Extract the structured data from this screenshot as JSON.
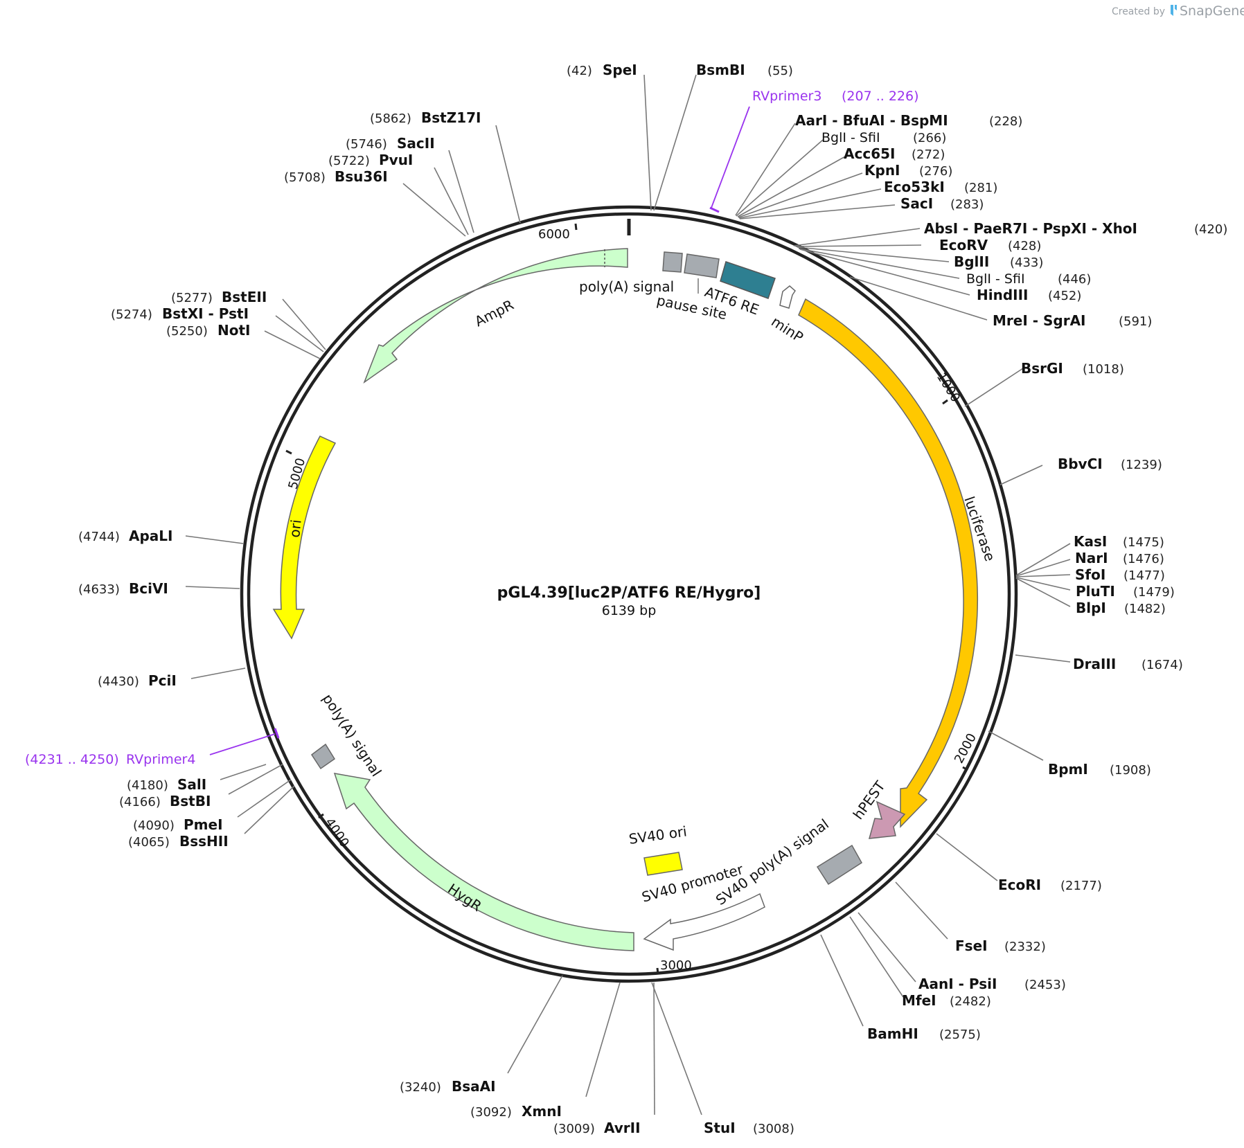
{
  "credit": {
    "created_by": "Created by",
    "brand": "SnapGene"
  },
  "plasmid": {
    "name": "pGL4.39[luc2P/ATF6 RE/Hygro]",
    "size_label": "6139 bp",
    "length": 6139
  },
  "colors": {
    "backbone": "#222222",
    "luciferase": "#ffc800",
    "ori": "#ffff00",
    "resistance": "#ccffcc",
    "atf6": "#2e7f91",
    "grey_feature": "#a6abb0",
    "hpest": "#cc99b2",
    "promoter": "#ffffff",
    "primer": "#9933ee"
  },
  "tick_marks": [
    "1000",
    "2000",
    "3000",
    "4000",
    "5000",
    "6000"
  ],
  "features": [
    {
      "name": "luciferase",
      "shape": "arrow"
    },
    {
      "name": "hPEST",
      "shape": "arrow"
    },
    {
      "name": "SV40 poly(A) signal",
      "shape": "box"
    },
    {
      "name": "SV40 promoter",
      "shape": "arrow"
    },
    {
      "name": "SV40 ori",
      "shape": "box"
    },
    {
      "name": "HygR",
      "shape": "arrow"
    },
    {
      "name": "poly(A) signal",
      "shape": "box"
    },
    {
      "name": "ori",
      "shape": "arrow"
    },
    {
      "name": "AmpR",
      "shape": "arrow"
    },
    {
      "name": "poly(A) signal",
      "shape": "box"
    },
    {
      "name": "pause site",
      "shape": "box"
    },
    {
      "name": "ATF6 RE",
      "shape": "box"
    },
    {
      "name": "minP",
      "shape": "arrow"
    }
  ],
  "primers": [
    {
      "name": "RVprimer3",
      "range": "(207 .. 226)"
    },
    {
      "name": "RVprimer4",
      "range": "(4231 .. 4250)"
    }
  ],
  "sites_right": [
    {
      "name": "SpeI",
      "pos": "(42)"
    },
    {
      "name": "BsmBI",
      "pos": "(55)"
    },
    {
      "name": "AarI - BfuAI - BspMI",
      "pos": "(228)"
    },
    {
      "name": "BglI - SfiI",
      "pos": "(266)"
    },
    {
      "name": "Acc65I",
      "pos": "(272)"
    },
    {
      "name": "KpnI",
      "pos": "(276)"
    },
    {
      "name": "Eco53kI",
      "pos": "(281)"
    },
    {
      "name": "SacI",
      "pos": "(283)"
    },
    {
      "name": "AbsI - PaeR7I - PspXI - XhoI",
      "pos": "(420)"
    },
    {
      "name": "EcoRV",
      "pos": "(428)"
    },
    {
      "name": "BglII",
      "pos": "(433)"
    },
    {
      "name": "BglI - SfiI",
      "pos": "(446)"
    },
    {
      "name": "HindIII",
      "pos": "(452)"
    },
    {
      "name": "MreI - SgrAI",
      "pos": "(591)"
    },
    {
      "name": "BsrGI",
      "pos": "(1018)"
    },
    {
      "name": "BbvCI",
      "pos": "(1239)"
    },
    {
      "name": "KasI",
      "pos": "(1475)"
    },
    {
      "name": "NarI",
      "pos": "(1476)"
    },
    {
      "name": "SfoI",
      "pos": "(1477)"
    },
    {
      "name": "PluTI",
      "pos": "(1479)"
    },
    {
      "name": "BlpI",
      "pos": "(1482)"
    },
    {
      "name": "DraIII",
      "pos": "(1674)"
    },
    {
      "name": "BpmI",
      "pos": "(1908)"
    },
    {
      "name": "EcoRI",
      "pos": "(2177)"
    },
    {
      "name": "FseI",
      "pos": "(2332)"
    },
    {
      "name": "AanI - PsiI",
      "pos": "(2453)"
    },
    {
      "name": "MfeI",
      "pos": "(2482)"
    },
    {
      "name": "BamHI",
      "pos": "(2575)"
    },
    {
      "name": "StuI",
      "pos": "(3008)"
    }
  ],
  "sites_left": [
    {
      "name": "AvrII",
      "pos": "(3009)"
    },
    {
      "name": "XmnI",
      "pos": "(3092)"
    },
    {
      "name": "BsaAI",
      "pos": "(3240)"
    },
    {
      "name": "BssHII",
      "pos": "(4065)"
    },
    {
      "name": "PmeI",
      "pos": "(4090)"
    },
    {
      "name": "BstBI",
      "pos": "(4166)"
    },
    {
      "name": "SalI",
      "pos": "(4180)"
    },
    {
      "name": "PciI",
      "pos": "(4430)"
    },
    {
      "name": "BciVI",
      "pos": "(4633)"
    },
    {
      "name": "ApaLI",
      "pos": "(4744)"
    },
    {
      "name": "NotI",
      "pos": "(5250)"
    },
    {
      "name": "BstXI - PstI",
      "pos": "(5274)"
    },
    {
      "name": "BstEII",
      "pos": "(5277)"
    },
    {
      "name": "Bsu36I",
      "pos": "(5708)"
    },
    {
      "name": "PvuI",
      "pos": "(5722)"
    },
    {
      "name": "SacII",
      "pos": "(5746)"
    },
    {
      "name": "BstZ17I",
      "pos": "(5862)"
    }
  ]
}
